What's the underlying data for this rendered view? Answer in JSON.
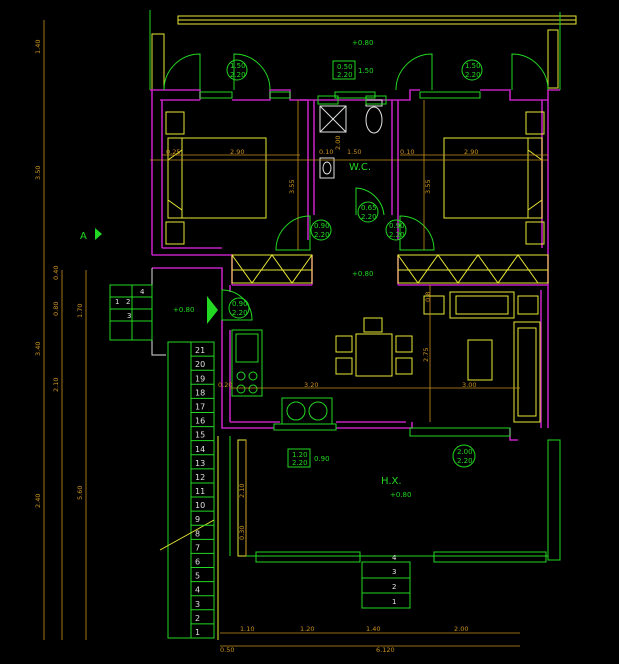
{
  "rooms": {
    "wc": "W.C.",
    "hall": "H.X."
  },
  "elevations": {
    "top": "+0.80",
    "center": "+0.80",
    "entry": "+0.80",
    "hall": "+0.80"
  },
  "tags": {
    "win_left": [
      "1.50",
      "2.20"
    ],
    "win_right": [
      "1.50",
      "2.20"
    ],
    "win_center": [
      "0.50",
      "2.20"
    ],
    "win_center_side": "1.50",
    "wc_door": [
      "0.65",
      "2.20"
    ],
    "door_left": [
      "0.90",
      "2.20"
    ],
    "door_right": [
      "0.90",
      "2.20"
    ],
    "entry_door": [
      "0.90",
      "2.20"
    ],
    "hall_door": [
      "2.00",
      "2.20"
    ],
    "kitchen_win": [
      "1.20",
      "2.20"
    ],
    "kitchen_win_side": "0.90"
  },
  "dims": {
    "left_outer": [
      "1.40",
      "3.50",
      "3.40",
      "2.40"
    ],
    "left_mid": [
      "0.40",
      "0.80",
      "2.10"
    ],
    "left_inner": [
      "1.70",
      "5.60"
    ],
    "bed_left_w": "2.90",
    "bed_left_small": "0.25",
    "bed_right_w": "2.90",
    "wc_w": "1.50",
    "wc_small_l": "0.10",
    "wc_small_r": "0.10",
    "wc_h": "2.00",
    "bed_h_left": "3.55",
    "bed_h_right": "3.55",
    "kitchen_w": "3.20",
    "living_w": "3.00",
    "living_h": "2.75",
    "kitchen_small": "0.20",
    "hall_h": "2.10",
    "hall_small": "0.30",
    "small_a": "0.8",
    "bottom": [
      "1.10",
      "1.20",
      "1.40",
      "2.00"
    ],
    "bottom_small": "0.50",
    "bottom_total": "6.120"
  },
  "stairs_main": [
    "21",
    "20",
    "19",
    "18",
    "17",
    "16",
    "15",
    "14",
    "13",
    "12",
    "11",
    "10",
    "9",
    "8",
    "7",
    "6",
    "5",
    "4",
    "3",
    "2",
    "1"
  ],
  "stairs_small": [
    "1",
    "2",
    "3",
    "4"
  ],
  "stairs_front": [
    "4",
    "3",
    "2",
    "1"
  ],
  "section_mark": "A"
}
